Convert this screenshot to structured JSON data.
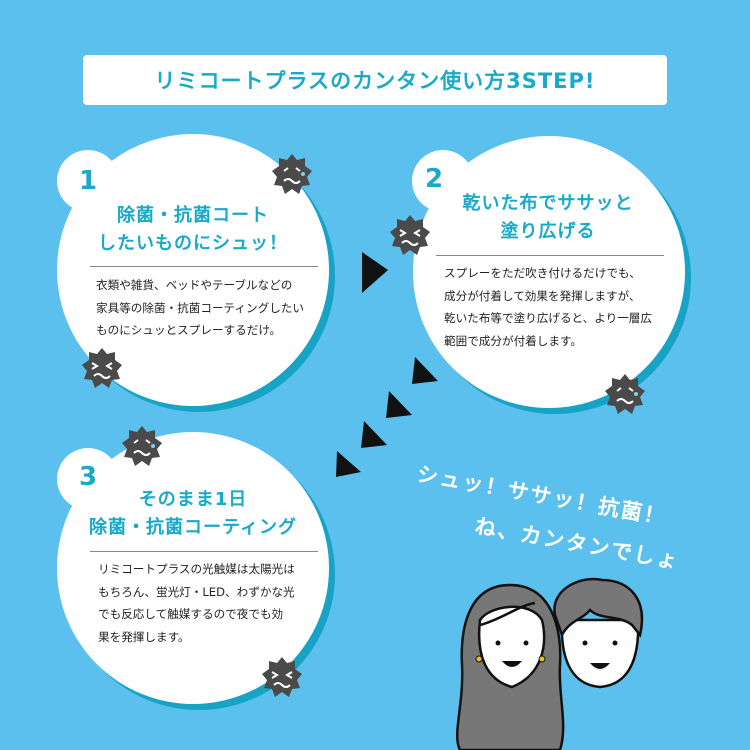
{
  "title": "リミコートプラスのカンタン使い方3STEP!",
  "steps": [
    {
      "number": "1",
      "title_line1": "除菌・抗菌コート",
      "title_line2": "したいものにシュッ！",
      "body": "衣類や雑貨、ベッドやテーブルなどの\n家具等の除菌・抗菌コーティングしたい\nものにシュッとスプレーするだけ。"
    },
    {
      "number": "2",
      "title_line1": "乾いた布でササッと",
      "title_line2": "塗り広げる",
      "body": "スプレーをただ吹き付けるだけでも、\n成分が付着して効果を発揮しますが、\n乾いた布等で塗り広げると、より一層広\n範囲で成分が付着します。"
    },
    {
      "number": "3",
      "title_line1": "そのまま1日",
      "title_line2": "除菌・抗菌コーティング",
      "body": "リミコートプラスの光触媒は太陽光は\nもちろん、蛍光灯・LED、わずかな光\nでも反応して触媒するので夜でも効\n果を発揮します。"
    }
  ],
  "speech": {
    "line1": "シュッ！ササッ！抗菌！",
    "line2": "ね、カンタンでしょ"
  },
  "colors": {
    "background": "#5bc0ee",
    "accent": "#19a9c9",
    "germ": "#4a4a4a"
  }
}
